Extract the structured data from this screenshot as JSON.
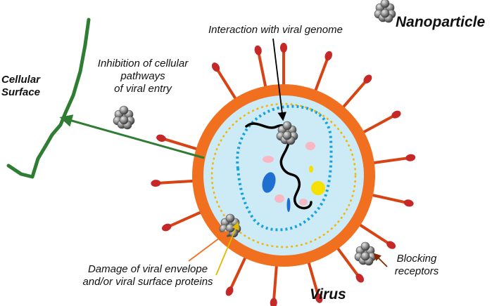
{
  "labels": {
    "nanoparticle": "Nanoparticle",
    "interaction": "Interaction with viral genome",
    "inhibition_1": "Inhibition of cellular",
    "inhibition_2": "pathways",
    "inhibition_3": "of viral entry",
    "cellular_1": "Cellular",
    "cellular_2": "Surface",
    "damage_1": "Damage of viral envelope",
    "damage_2": "and/or viral surface proteins",
    "blocking_1": "Blocking",
    "blocking_2": "receptors",
    "virus": "Virus"
  },
  "colors": {
    "envelope": "#f07020",
    "spike": "#d84315",
    "spike_tip": "#c62828",
    "interior": "#cdeaf7",
    "inner_dots": "#1aa3d9",
    "yellow_dots": "#f5b400",
    "genome": "#000000",
    "membrane": "#2e7d32",
    "arrow_green": "#2e7d32",
    "arrow_orange": "#f07020",
    "arrow_yellow": "#e0b800",
    "arrow_brown": "#8b2500",
    "nanoparticle": "#8a8a8a"
  },
  "icons": [
    "nanoparticle-cluster-icon",
    "virus-icon",
    "cell-membrane-icon"
  ]
}
